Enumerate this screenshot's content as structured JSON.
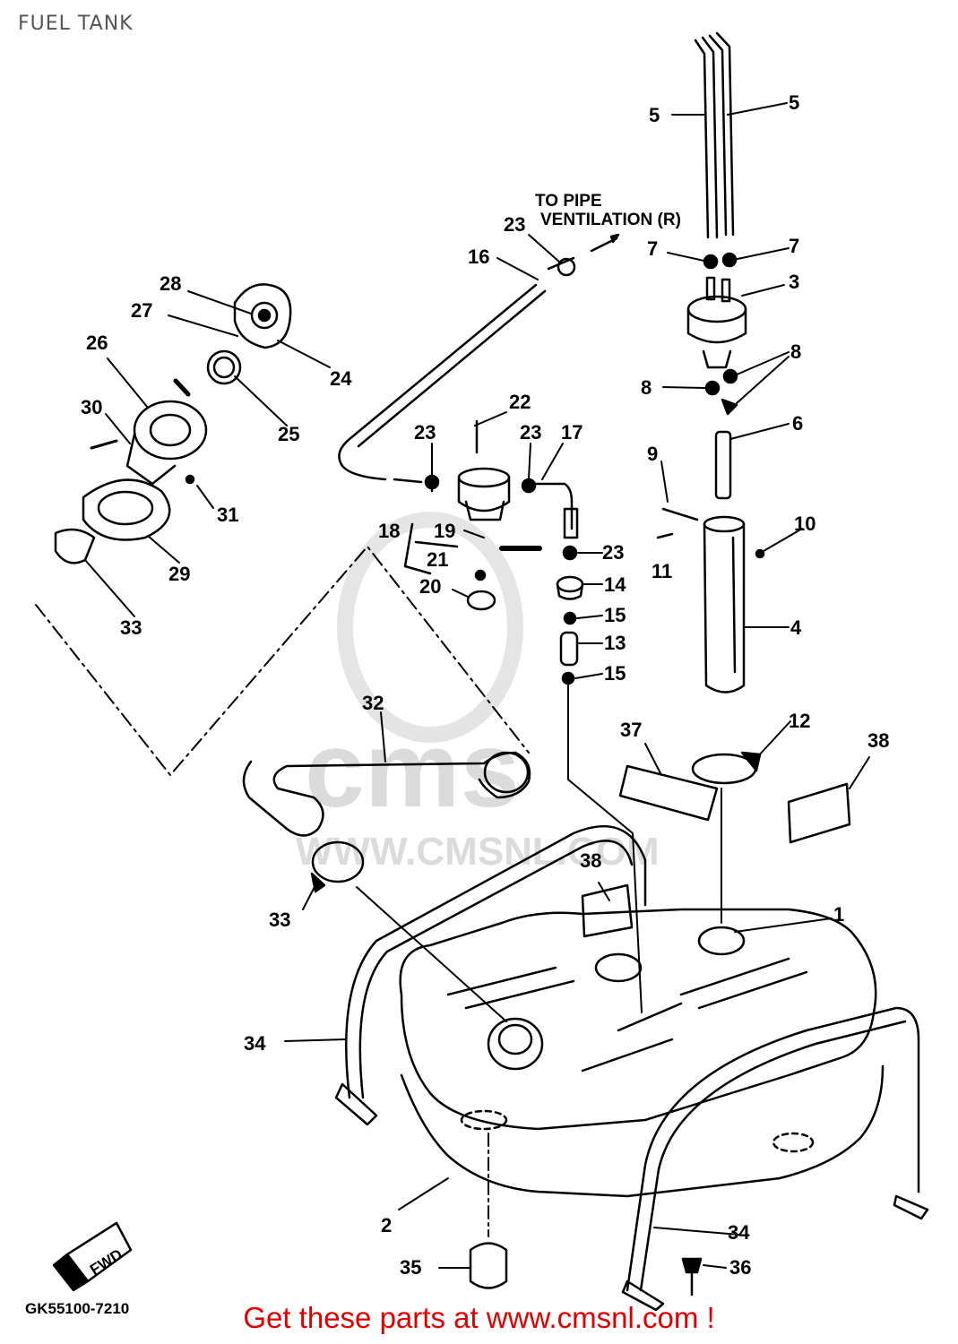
{
  "header": {
    "title": "FUEL TANK"
  },
  "diagram": {
    "callouts": [
      {
        "id": "c5a",
        "text": "5"
      },
      {
        "id": "c5b",
        "text": "5"
      },
      {
        "id": "c7a",
        "text": "7"
      },
      {
        "id": "c7b",
        "text": "7"
      },
      {
        "id": "c3",
        "text": "3"
      },
      {
        "id": "c8a",
        "text": "8"
      },
      {
        "id": "c8b",
        "text": "8"
      },
      {
        "id": "c6",
        "text": "6"
      },
      {
        "id": "c9",
        "text": "9"
      },
      {
        "id": "c10",
        "text": "10"
      },
      {
        "id": "c11",
        "text": "11"
      },
      {
        "id": "c4",
        "text": "4"
      },
      {
        "id": "c12",
        "text": "12"
      },
      {
        "id": "c37",
        "text": "37"
      },
      {
        "id": "c38a",
        "text": "38"
      },
      {
        "id": "c38b",
        "text": "38"
      },
      {
        "id": "c1",
        "text": "1"
      },
      {
        "id": "c23a",
        "text": "23"
      },
      {
        "id": "c16",
        "text": "16"
      },
      {
        "id": "c22",
        "text": "22"
      },
      {
        "id": "c23b",
        "text": "23"
      },
      {
        "id": "c23c",
        "text": "23"
      },
      {
        "id": "c17",
        "text": "17"
      },
      {
        "id": "c18",
        "text": "18"
      },
      {
        "id": "c19",
        "text": "19"
      },
      {
        "id": "c21",
        "text": "21"
      },
      {
        "id": "c20",
        "text": "20"
      },
      {
        "id": "c23d",
        "text": "23"
      },
      {
        "id": "c14",
        "text": "14"
      },
      {
        "id": "c15a",
        "text": "15"
      },
      {
        "id": "c13",
        "text": "13"
      },
      {
        "id": "c15b",
        "text": "15"
      },
      {
        "id": "c28",
        "text": "28"
      },
      {
        "id": "c27",
        "text": "27"
      },
      {
        "id": "c26",
        "text": "26"
      },
      {
        "id": "c24",
        "text": "24"
      },
      {
        "id": "c25",
        "text": "25"
      },
      {
        "id": "c30",
        "text": "30"
      },
      {
        "id": "c31",
        "text": "31"
      },
      {
        "id": "c29",
        "text": "29"
      },
      {
        "id": "c33a",
        "text": "33"
      },
      {
        "id": "c32",
        "text": "32"
      },
      {
        "id": "c33b",
        "text": "33"
      },
      {
        "id": "c34a",
        "text": "34"
      },
      {
        "id": "c34b",
        "text": "34"
      },
      {
        "id": "c2",
        "text": "2"
      },
      {
        "id": "c35",
        "text": "35"
      },
      {
        "id": "c36",
        "text": "36"
      }
    ],
    "pipe_note_line1": "TO PIPE",
    "pipe_note_line2": "VENTILATION (R)",
    "direction_badge": "FWD",
    "drawing_code": "GK55100-7210",
    "watermark": {
      "brand": "cms",
      "url": "WWW.CMSNL.COM"
    }
  },
  "footer": {
    "link_text": "Get these parts at www.cmsnl.com !",
    "color": "#e00000"
  }
}
